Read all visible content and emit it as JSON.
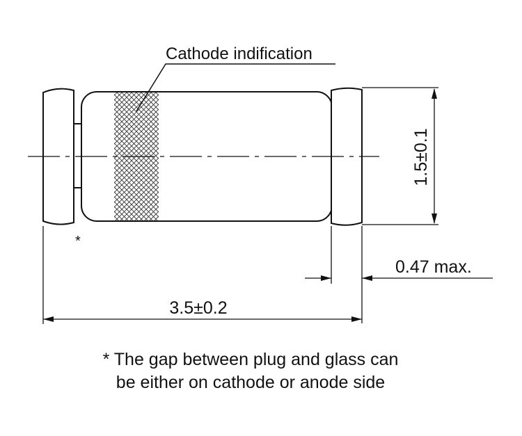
{
  "diagram": {
    "cathode_label": "Cathode indification",
    "gap_marker": "*",
    "height_dimension": "1.5±0.1",
    "plug_dimension": "0.47 max.",
    "length_dimension": "3.5±0.2",
    "note_line_1": "* The gap between plug and glass can",
    "note_line_2": "be either on cathode or anode side"
  }
}
